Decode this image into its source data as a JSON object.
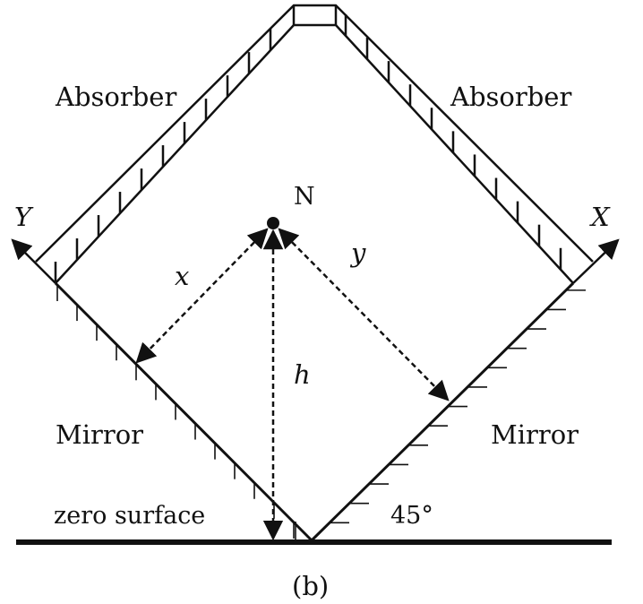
{
  "labels": {
    "absorber_left": "Absorber",
    "absorber_right": "Absorber",
    "point": "N",
    "axis_y": "Y",
    "axis_x": "X",
    "dist_x": "x",
    "dist_y": "y",
    "height": "h",
    "mirror_left": "Mirror",
    "mirror_right": "Mirror",
    "zero_surface": "zero surface",
    "angle": "45°",
    "caption": "(b)"
  },
  "colors": {
    "ink": "#111111",
    "background": "#ffffff"
  }
}
